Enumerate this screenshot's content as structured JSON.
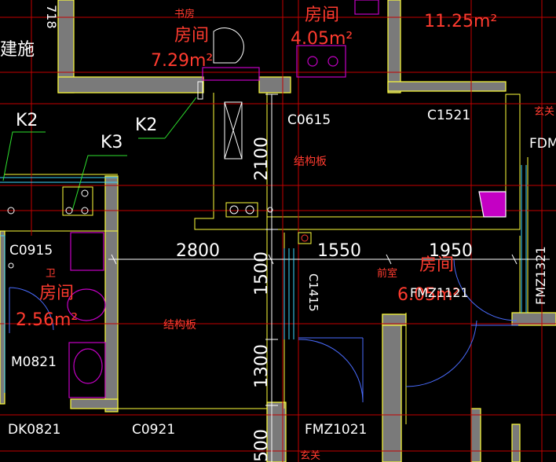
{
  "colors": {
    "background": "#000000",
    "wall_fill": "#7a7a7a",
    "wall_line": "#ffff3a",
    "dim_white": "#ffffff",
    "room_red": "#ff3b2f",
    "axis_red": "#c40000",
    "cyan": "#3fd7ff",
    "blue_line": "#4a6cff",
    "green_leader": "#2ee02e",
    "magenta": "#c400c4"
  },
  "labels": {
    "top_left_num": "718",
    "top_left_cn": "建施",
    "study_small": "书房",
    "study_name": "房间",
    "study_area": "7.29m²",
    "kitchen_name": "房间",
    "kitchen_area": "4.05m²",
    "tr_area": "11.25m²",
    "k2_a": "K2",
    "k2_b": "K2",
    "k3": "K3",
    "c0615": "C0615",
    "c1521": "C1521",
    "xuanguan_top": "玄关",
    "fdm": "FDM",
    "dim_2100": "2100",
    "jiegouban_top": "结构板",
    "c0915": "C0915",
    "wei_small": "卫",
    "bath_name": "房间",
    "bath_area": "2.56m²",
    "dim_2800": "2800",
    "dim_1550": "1550",
    "dim_1950": "1950",
    "dim_1500": "1500",
    "c1415": "C1415",
    "qianshi": "前室",
    "hall_name": "房间",
    "hall_area": "6.05m²",
    "fmz1121": "FMZ1121",
    "fmz1321": "FMZ1321",
    "jiegouban_mid": "结构板",
    "m0821": "M0821",
    "dim_1300": "1300",
    "dk0821": "DK0821",
    "c0921": "C0921",
    "fmz1021": "FMZ1021",
    "dim_500": "500",
    "xuanguan_bottom": "玄关"
  }
}
